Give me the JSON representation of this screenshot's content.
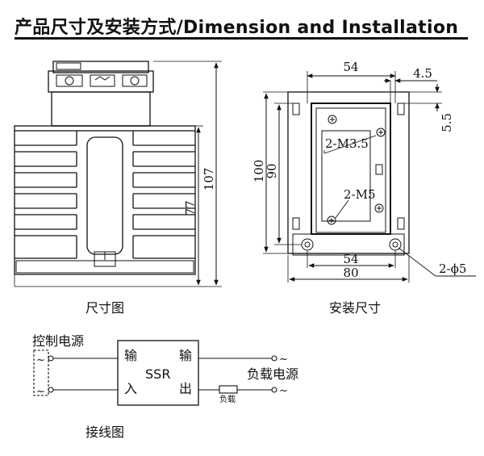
{
  "header": {
    "title": "产品尺寸及安装方式/Dimension and  Installation"
  },
  "side_view": {
    "caption": "尺寸图",
    "dim_total_height": "107",
    "dim_heatsink_height": "77"
  },
  "mount_view": {
    "caption": "安装尺寸",
    "dim_top_width": "54",
    "dim_top_offset": "4.5",
    "dim_right_small": "5.5",
    "dim_outer_height": "100",
    "dim_hole_height": "90",
    "label_m35": "2-M3.5",
    "label_m5": "2-M5",
    "dim_bottom_width_inner": "54",
    "dim_bottom_width_outer": "80",
    "label_holes": "2-ϕ5"
  },
  "wiring": {
    "caption": "接线图",
    "control_source_label": "控制电源",
    "ssr_label": "SSR",
    "input_top": "输",
    "input_bottom": "入",
    "output_top": "输",
    "output_bottom": "出",
    "tilde": "~",
    "load_source_label": "负载电源",
    "load_label": "负载"
  }
}
